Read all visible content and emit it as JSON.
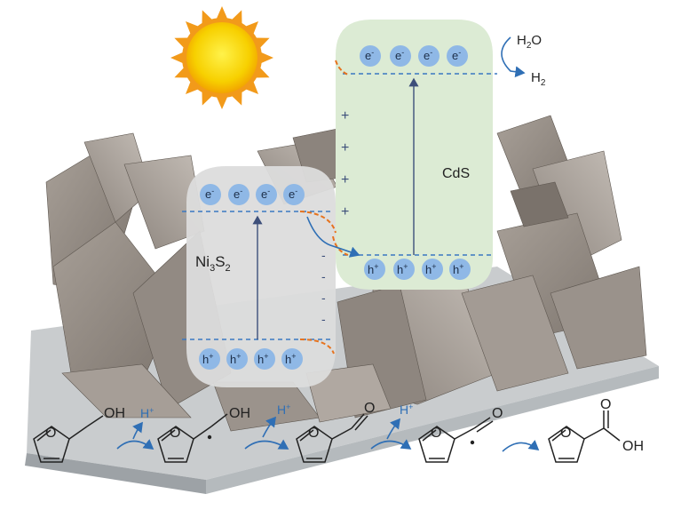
{
  "materials": {
    "ni3s2": {
      "base": "Ni",
      "sub1": "3",
      "mid": "S",
      "sub2": "2"
    },
    "cds": "CdS"
  },
  "carriers": {
    "electron": {
      "base": "e",
      "sup": "-"
    },
    "hole": {
      "base": "h",
      "sup": "+"
    }
  },
  "charges": {
    "positive": "+",
    "negative": "-"
  },
  "water_reaction": {
    "reactant": {
      "base": "H",
      "sub": "2",
      "rest": "O"
    },
    "product": {
      "base": "H",
      "sub": "2"
    }
  },
  "proton": {
    "base": "H",
    "sup": "+"
  },
  "groups": {
    "hydroxyl": "OH",
    "oxygen": "O"
  },
  "colors": {
    "ni3s2_panel": "#dcdcdc",
    "cds_panel": "#dcebd4",
    "carrier_fill": "#8fb8e6",
    "band_line": "#3a78c2",
    "interface_orange": "#e6731e",
    "arrow_blue": "#2f6fb5"
  }
}
